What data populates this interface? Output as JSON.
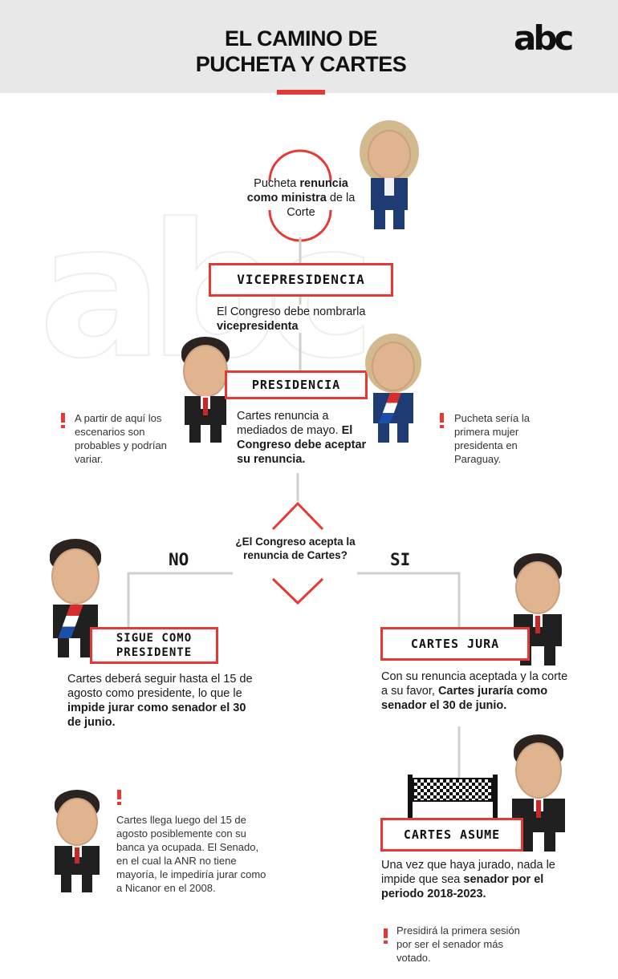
{
  "header": {
    "title": "EL CAMINO DE\nPUCHETA Y CARTES",
    "logo": "abc",
    "watermark": "abc"
  },
  "steps": {
    "start_text_pre": "Pucheta ",
    "start_text_bold": "renuncia como ministra",
    "start_text_post": " de la Corte",
    "vice_label": "VICEPRESIDENCIA",
    "vice_text_pre": "El Congreso debe nombrarla ",
    "vice_text_bold": "vicepresidenta",
    "pres_label": "PRESIDENCIA",
    "pres_text_pre": "Cartes renuncia a mediados de mayo. ",
    "pres_text_bold": "El Congreso debe aceptar su renuncia.",
    "question": "¿El Congreso acepta la renuncia de Cartes?",
    "no_label": "NO",
    "si_label": "SI"
  },
  "notes": {
    "left_note": "A partir de aquí los escenarios son probables y podrían variar.",
    "right_note": "Pucheta sería la primera mujer presidenta en Paraguay."
  },
  "no_branch": {
    "box_label": "SIGUE COMO PRESIDENTE",
    "text_pre": "Cartes deberá seguir hasta el 15 de agosto como presidente, lo que le ",
    "text_bold": "impide jurar como senador el 30 de junio.",
    "note": "Cartes llega luego del 15 de agosto posiblemente con su banca ya ocupada. El Senado, en el cual la ANR no tiene mayoría, le impediría jurar como a Nicanor en el 2008."
  },
  "si_branch": {
    "box_label": "CARTES JURA",
    "text_pre": "Con su renuncia aceptada y la corte a su favor, ",
    "text_bold": "Cartes juraría como senador el 30 de junio.",
    "asume_label": "CARTES ASUME",
    "asume_text_pre": "Una vez que haya jurado, nada le impide que sea ",
    "asume_text_bold": "senador por el periodo 2018-2023.",
    "final_note": "Presidirá la primera sesión por ser el senador más votado."
  },
  "colors": {
    "accent": "#e53935",
    "line": "#cfcfcf",
    "header_bg": "#e8e8e8"
  }
}
